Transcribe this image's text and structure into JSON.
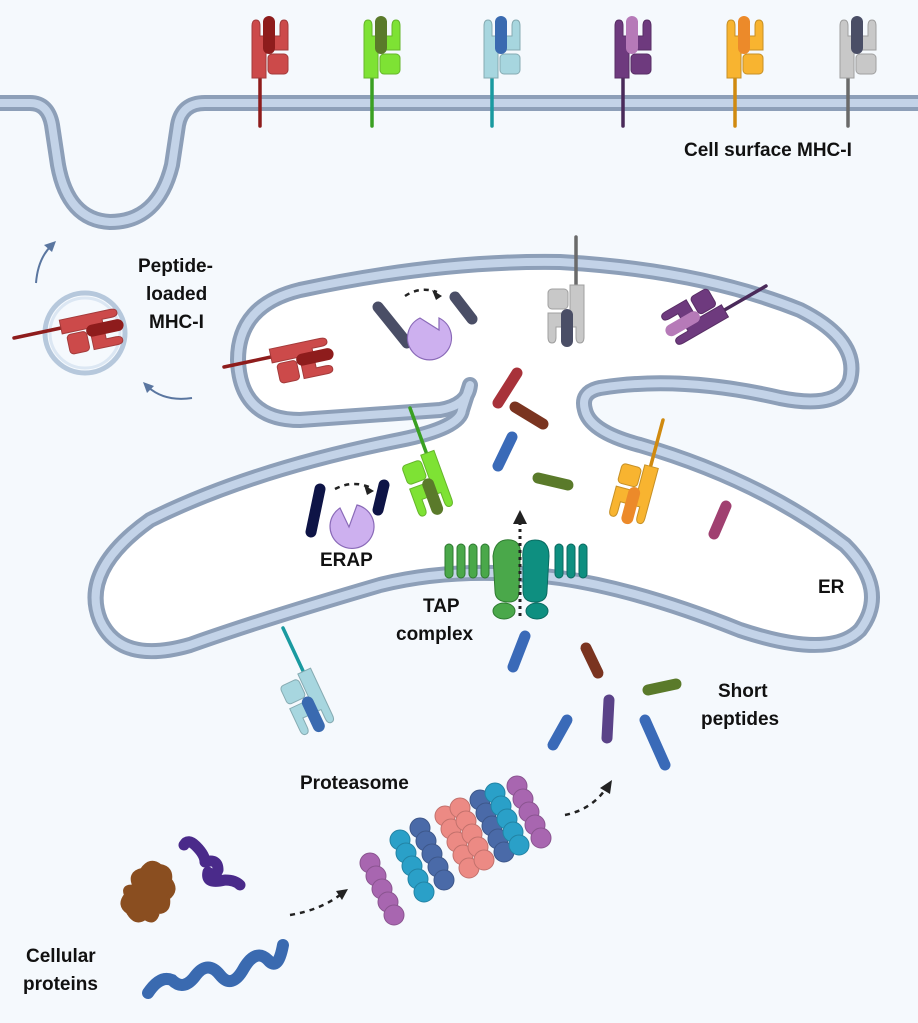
{
  "labels": {
    "cell_surface": "Cell surface MHC-I",
    "peptide_loaded": [
      "Peptide-",
      "loaded",
      "MHC-I"
    ],
    "erap": "ERAP",
    "er": "ER",
    "tap": [
      "TAP",
      "complex"
    ],
    "short_peptides": [
      "Short",
      "peptides"
    ],
    "proteasome": "Proteasome",
    "cellular_proteins": [
      "Cellular",
      "proteins"
    ]
  },
  "colors": {
    "background": "#f5f9fd",
    "membrane_outer": "#8d9fb8",
    "membrane_inner": "#c3d3e8",
    "er_lumen": "#ffffff",
    "erap": "#cdb0ef",
    "tap_left": "#4aa84a",
    "tap_right": "#0e8f80",
    "proteasome_cap": "#a866b0",
    "proteasome_alpha": "#2aa0c8",
    "proteasome_beta_outer": "#4a6aa8",
    "proteasome_beta_inner": "#ec8a84"
  },
  "surface_mhc": [
    {
      "name": "red",
      "heavy": "#cc4a4a",
      "peptide": "#8e1c1c",
      "tail": "#8e1c1c"
    },
    {
      "name": "green",
      "heavy": "#7ee234",
      "peptide": "#5a7a2a",
      "tail": "#3aa022"
    },
    {
      "name": "lightblue",
      "heavy": "#a7d6df",
      "peptide": "#3a6ab0",
      "tail": "#1a9aa0"
    },
    {
      "name": "purple",
      "heavy": "#6e3a7e",
      "peptide": "#b67ab8",
      "tail": "#4a2a5a"
    },
    {
      "name": "orange",
      "heavy": "#f8b430",
      "peptide": "#ec8a2a",
      "tail": "#d08a10"
    },
    {
      "name": "gray",
      "heavy": "#c8c8c8",
      "peptide": "#4a4e66",
      "tail": "#6a6a6a"
    }
  ],
  "peptides": {
    "er_lumen": [
      "#a8323a",
      "#7a3420",
      "#3a6ab8",
      "#5a7a2a",
      "#a04070"
    ],
    "cytosol": [
      "#3a6ab8",
      "#7a3420",
      "#5a7a2a",
      "#5a4288",
      "#3a6ab8",
      "#3a6ab8"
    ],
    "erap_peptide_top": "#4a4e66",
    "erap_peptide_bottom": "#0e1446"
  },
  "proteins": {
    "globular": "#8a4e20",
    "coiled": "#4a2a8a",
    "linear": "#3a6ab0"
  }
}
